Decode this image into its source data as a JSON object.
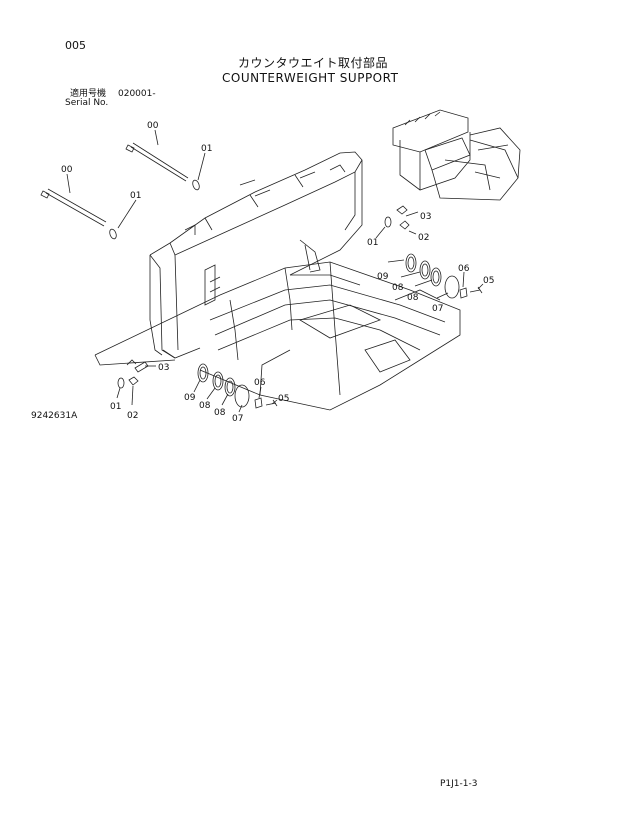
{
  "page_number": "005",
  "title_jp": "カウンタウエイト取付部品",
  "title_en": "COUNTERWEIGHT SUPPORT",
  "serial_label_jp": "適用号機",
  "serial_label_en": "Serial No.",
  "serial_value": "020001-",
  "figure_number": "9242631A",
  "page_code": "P1J1-1-3",
  "callouts": {
    "c00a": "00",
    "c00b": "00",
    "c01a": "01",
    "c01b": "01",
    "c01c": "01",
    "c01d": "01",
    "c02a": "02",
    "c02b": "02",
    "c03a": "03",
    "c03b": "03",
    "c05a": "05",
    "c05b": "05",
    "c06a": "06",
    "c06b": "06",
    "c07a": "07",
    "c07b": "07",
    "c08a": "08",
    "c08b": "08",
    "c09a": "09",
    "c09b": "09"
  }
}
